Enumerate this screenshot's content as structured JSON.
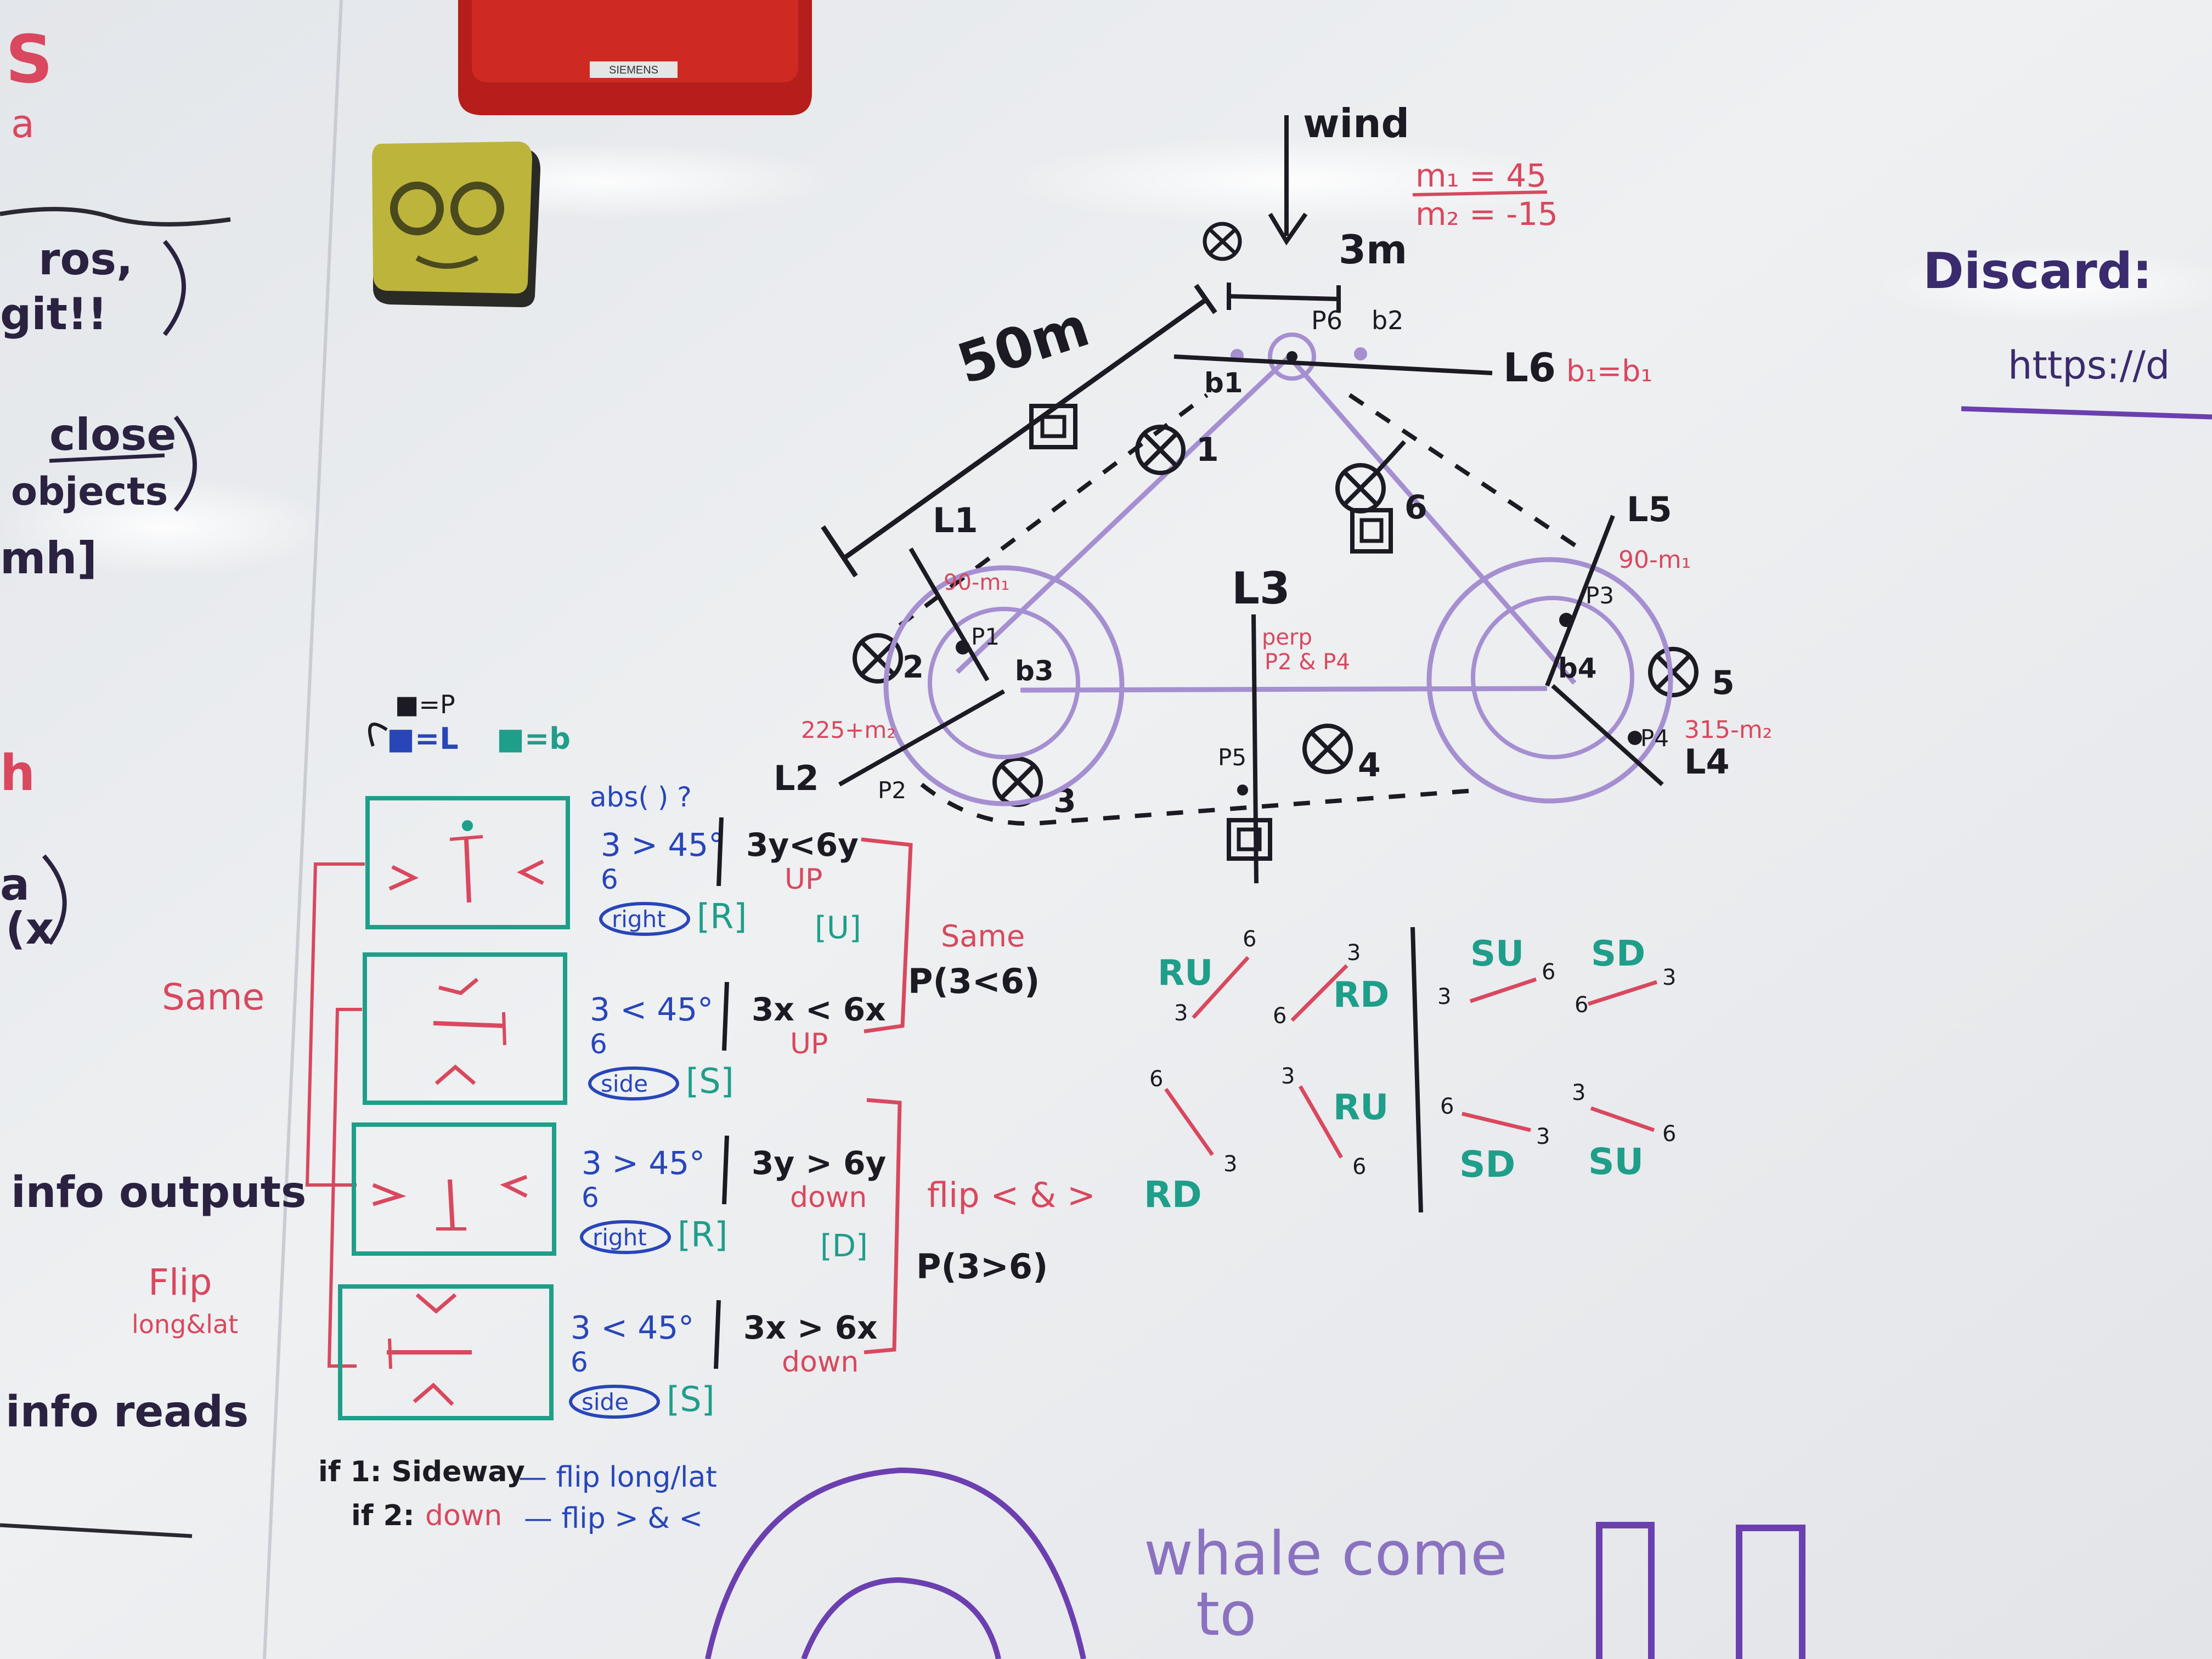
{
  "colors": {
    "board": "#eceef0",
    "black": "#1c1a22",
    "red": "#d9485e",
    "green": "#1f9e8a",
    "blue": "#2846b8",
    "purple": "#6c3fb0",
    "lavender": "#a58fd0",
    "siemens_red": "#c7221c",
    "eraser_yellow": "#bcb33a"
  },
  "objects": {
    "alarm_label": "SIEMENS"
  },
  "left_panel": {
    "s_fragment": "S",
    "a_fragment": "a",
    "ros": "ros,",
    "git": "git!!",
    "close": "close",
    "objects": "objects",
    "mh": "mh]",
    "h_fragment": "h",
    "a2_fragment": "a",
    "cx_fragment": "(x",
    "info_outputs": "info outputs",
    "info_reads": "info reads",
    "same": "Same",
    "flip": "Flip",
    "longlat": "long&lat"
  },
  "diagram": {
    "wind": "wind",
    "m1": "m₁ = 45",
    "m2": "m₂ = -15",
    "three_m": "3m",
    "fifty_m": "50m",
    "p6": "P6",
    "b2": "b2",
    "b1": "b1",
    "L6": "L6",
    "b1_eq": "b₁=b₁",
    "node1": "1",
    "node6": "6",
    "node2": "2",
    "node3": "3",
    "node4": "4",
    "node5": "5",
    "L1": "L1",
    "L2": "L2",
    "L3": "L3",
    "L4": "L4",
    "L5": "L5",
    "ninety_m1": "90-m₁",
    "ninety_m1_right": "90-m₁",
    "p1": "P1",
    "b3": "b3",
    "p2": "P2",
    "p3": "P3",
    "b4": "b4",
    "p4": "P4",
    "p5": "P5",
    "perp": "perp",
    "p2p4": "P2 & P4",
    "two_two_five": "225+m₂",
    "three_one_five": "315-m₂"
  },
  "legend": {
    "m_eq_p": "■=P",
    "m_eq_L": "■=L",
    "m_eq_b": "■=b"
  },
  "cases": [
    {
      "cond": "3 > 45°",
      "cond6": "6",
      "compare": "3y<6y",
      "dir": "UP",
      "tag": "right",
      "bracket": "[R]",
      "note": "[U]"
    },
    {
      "cond": "3 < 45°",
      "cond6": "6",
      "compare": "3x < 6x",
      "dir": "UP",
      "tag": "side",
      "bracket": "[S]",
      "note": ""
    },
    {
      "cond": "3 > 45°",
      "cond6": "6",
      "compare": "3y > 6y",
      "dir": "down",
      "tag": "right",
      "bracket": "[R]",
      "note": "[D]"
    },
    {
      "cond": "3 < 45°",
      "cond6": "6",
      "compare": "3x > 6x",
      "dir": "down",
      "tag": "side",
      "bracket": "[S]",
      "note": ""
    }
  ],
  "annotations": {
    "abs": "abs( ) ?",
    "same_right": "Same",
    "p36_less": "P(3<6)",
    "p36_more": "P(3>6)",
    "flip_note": "flip < & >",
    "if1_prefix": "if 1: Sideway",
    "if1_suffix": "— flip long/lat",
    "if2_prefix": "if 2:",
    "if2_down": "down",
    "if2_suffix": "— flip > & <"
  },
  "direction_grid": {
    "RU_top": "RU",
    "RD_top": "RD",
    "SU_top": "SU",
    "SD_top": "SD",
    "RD_bottom": "RD",
    "RU_bottom": "RU",
    "SD_bottom": "SD",
    "SU_bottom": "SU",
    "n3": "3",
    "n6": "6"
  },
  "right_panel": {
    "discard": "Discard:",
    "https": "https://d"
  },
  "bottom": {
    "whale": "whale come",
    "to": "to"
  }
}
